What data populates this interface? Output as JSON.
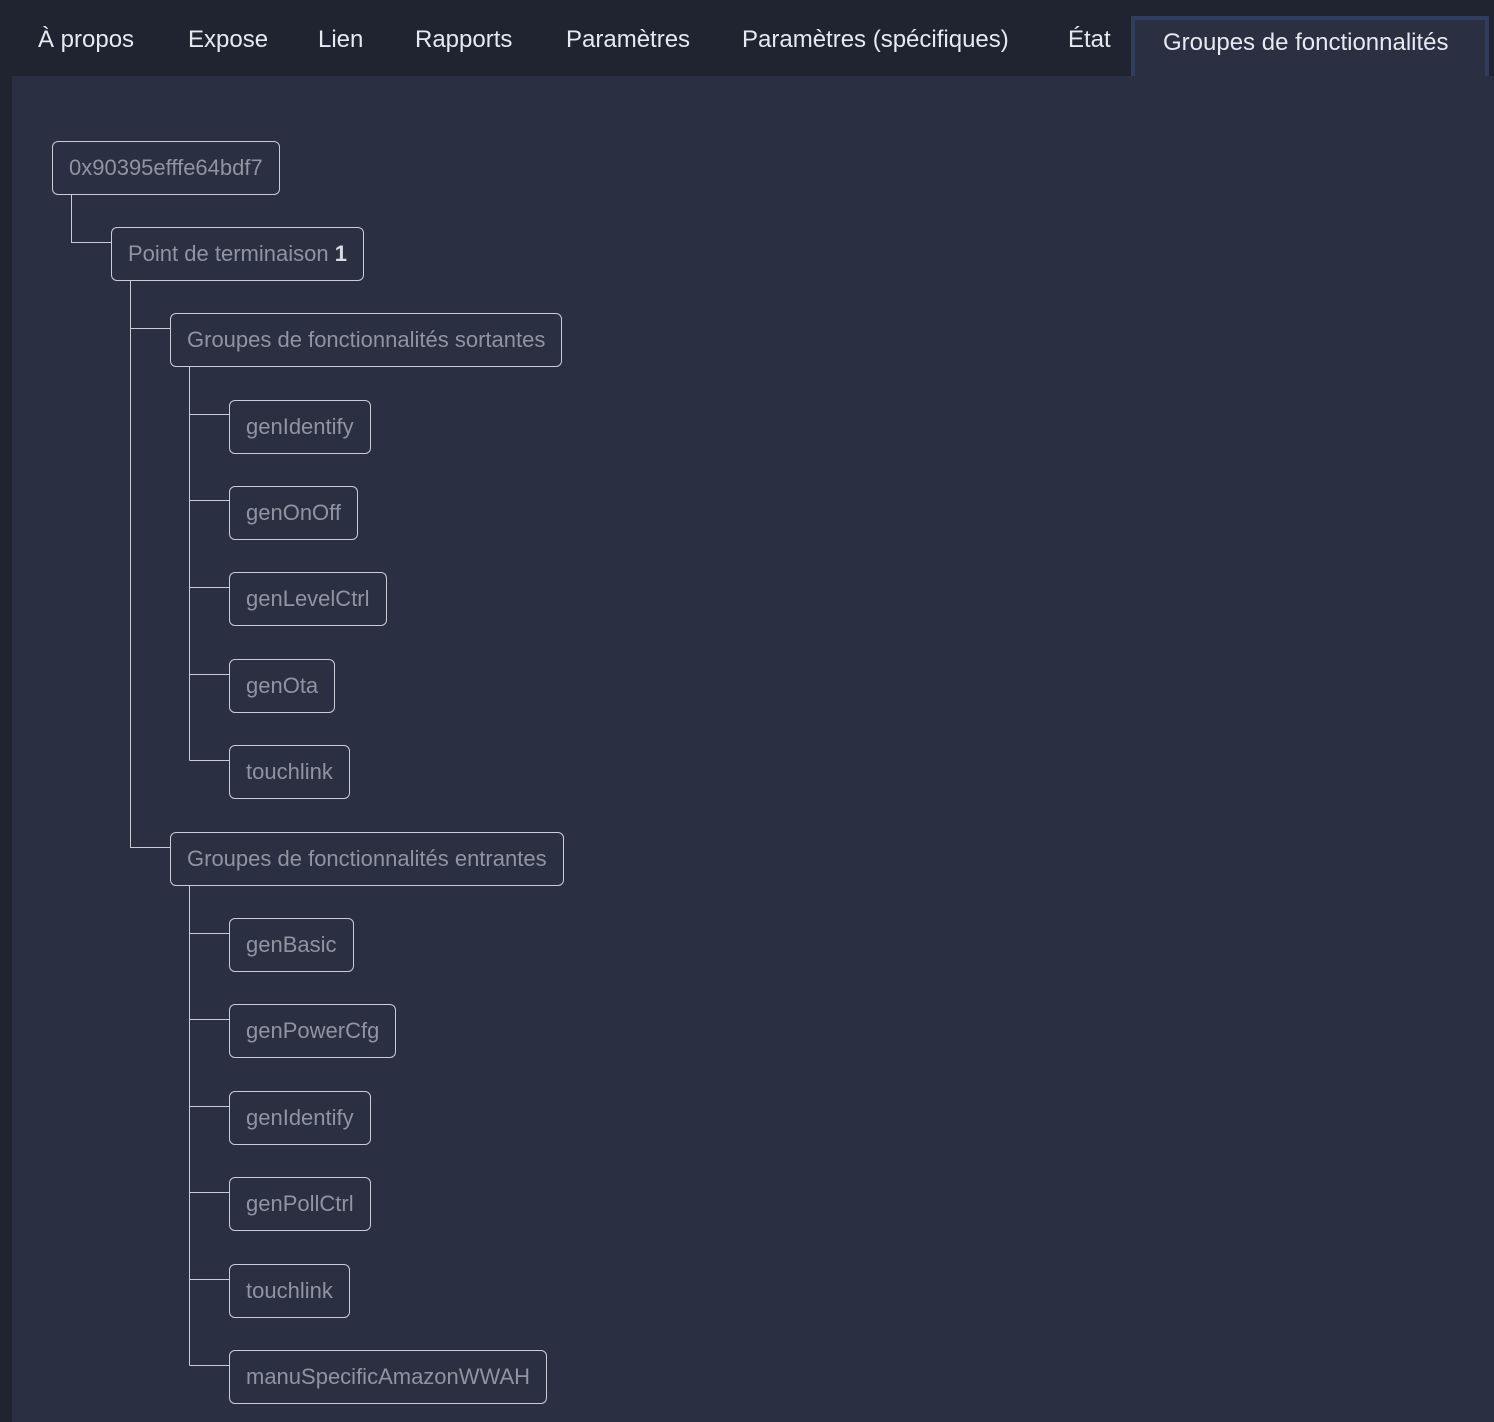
{
  "tabs": [
    {
      "label": "À propos"
    },
    {
      "label": "Expose"
    },
    {
      "label": "Lien"
    },
    {
      "label": "Rapports"
    },
    {
      "label": "Paramètres"
    },
    {
      "label": "Paramètres (spécifiques)"
    },
    {
      "label": "État"
    },
    {
      "label": "Groupes de fonctionnalités",
      "active": true
    }
  ],
  "tree": {
    "device": "0x90395efffe64bdf7",
    "endpoint": {
      "label": "Point de terminaison",
      "number": "1"
    },
    "output_group": {
      "label": "Groupes de fonctionnalités sortantes",
      "clusters": [
        "genIdentify",
        "genOnOff",
        "genLevelCtrl",
        "genOta",
        "touchlink"
      ]
    },
    "input_group": {
      "label": "Groupes de fonctionnalités entrantes",
      "clusters": [
        "genBasic",
        "genPowerCfg",
        "genIdentify",
        "genPollCtrl",
        "touchlink",
        "manuSpecificAmazonWWAH"
      ]
    }
  }
}
